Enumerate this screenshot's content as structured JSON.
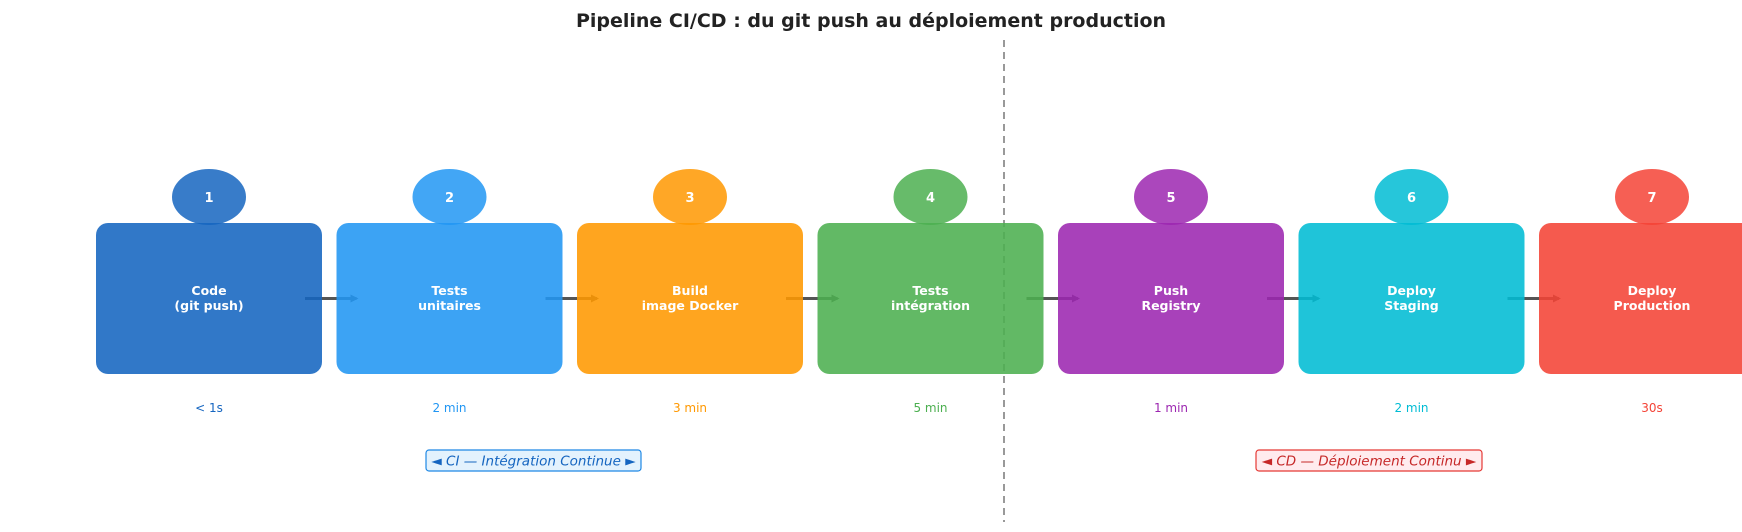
{
  "title": "Pipeline CI/CD : du git push au déploiement production",
  "steps": [
    {
      "number": "1",
      "lines": [
        "Code",
        "(git push)"
      ],
      "duration": "< 1s",
      "color": "#1565C0"
    },
    {
      "number": "2",
      "lines": [
        "Tests",
        "unitaires"
      ],
      "duration": "2 min",
      "color": "#2196F3"
    },
    {
      "number": "3",
      "lines": [
        "Build",
        "image Docker"
      ],
      "duration": "3 min",
      "color": "#FF9800"
    },
    {
      "number": "4",
      "lines": [
        "Tests",
        "intégration"
      ],
      "duration": "5 min",
      "color": "#4CAF50"
    },
    {
      "number": "5",
      "lines": [
        "Push",
        "Registry"
      ],
      "duration": "1 min",
      "color": "#9C27B0"
    },
    {
      "number": "6",
      "lines": [
        "Deploy",
        "Staging"
      ],
      "duration": "2 min",
      "color": "#00BCD4"
    },
    {
      "number": "7",
      "lines": [
        "Deploy",
        "Production"
      ],
      "duration": "30s",
      "color": "#F44336"
    }
  ],
  "phases": {
    "ci": {
      "label": "◄ CI — Intégration Continue ►",
      "color": "#1565C0",
      "fill": "#E3F2FD",
      "border": "#1E88E5"
    },
    "cd": {
      "label": "◄ CD — Déploiement Continu ►",
      "color": "#C62828",
      "fill": "#FFEBEE",
      "border": "#E53935"
    }
  },
  "arrow_color": "#555555",
  "divider_color": "#999999"
}
